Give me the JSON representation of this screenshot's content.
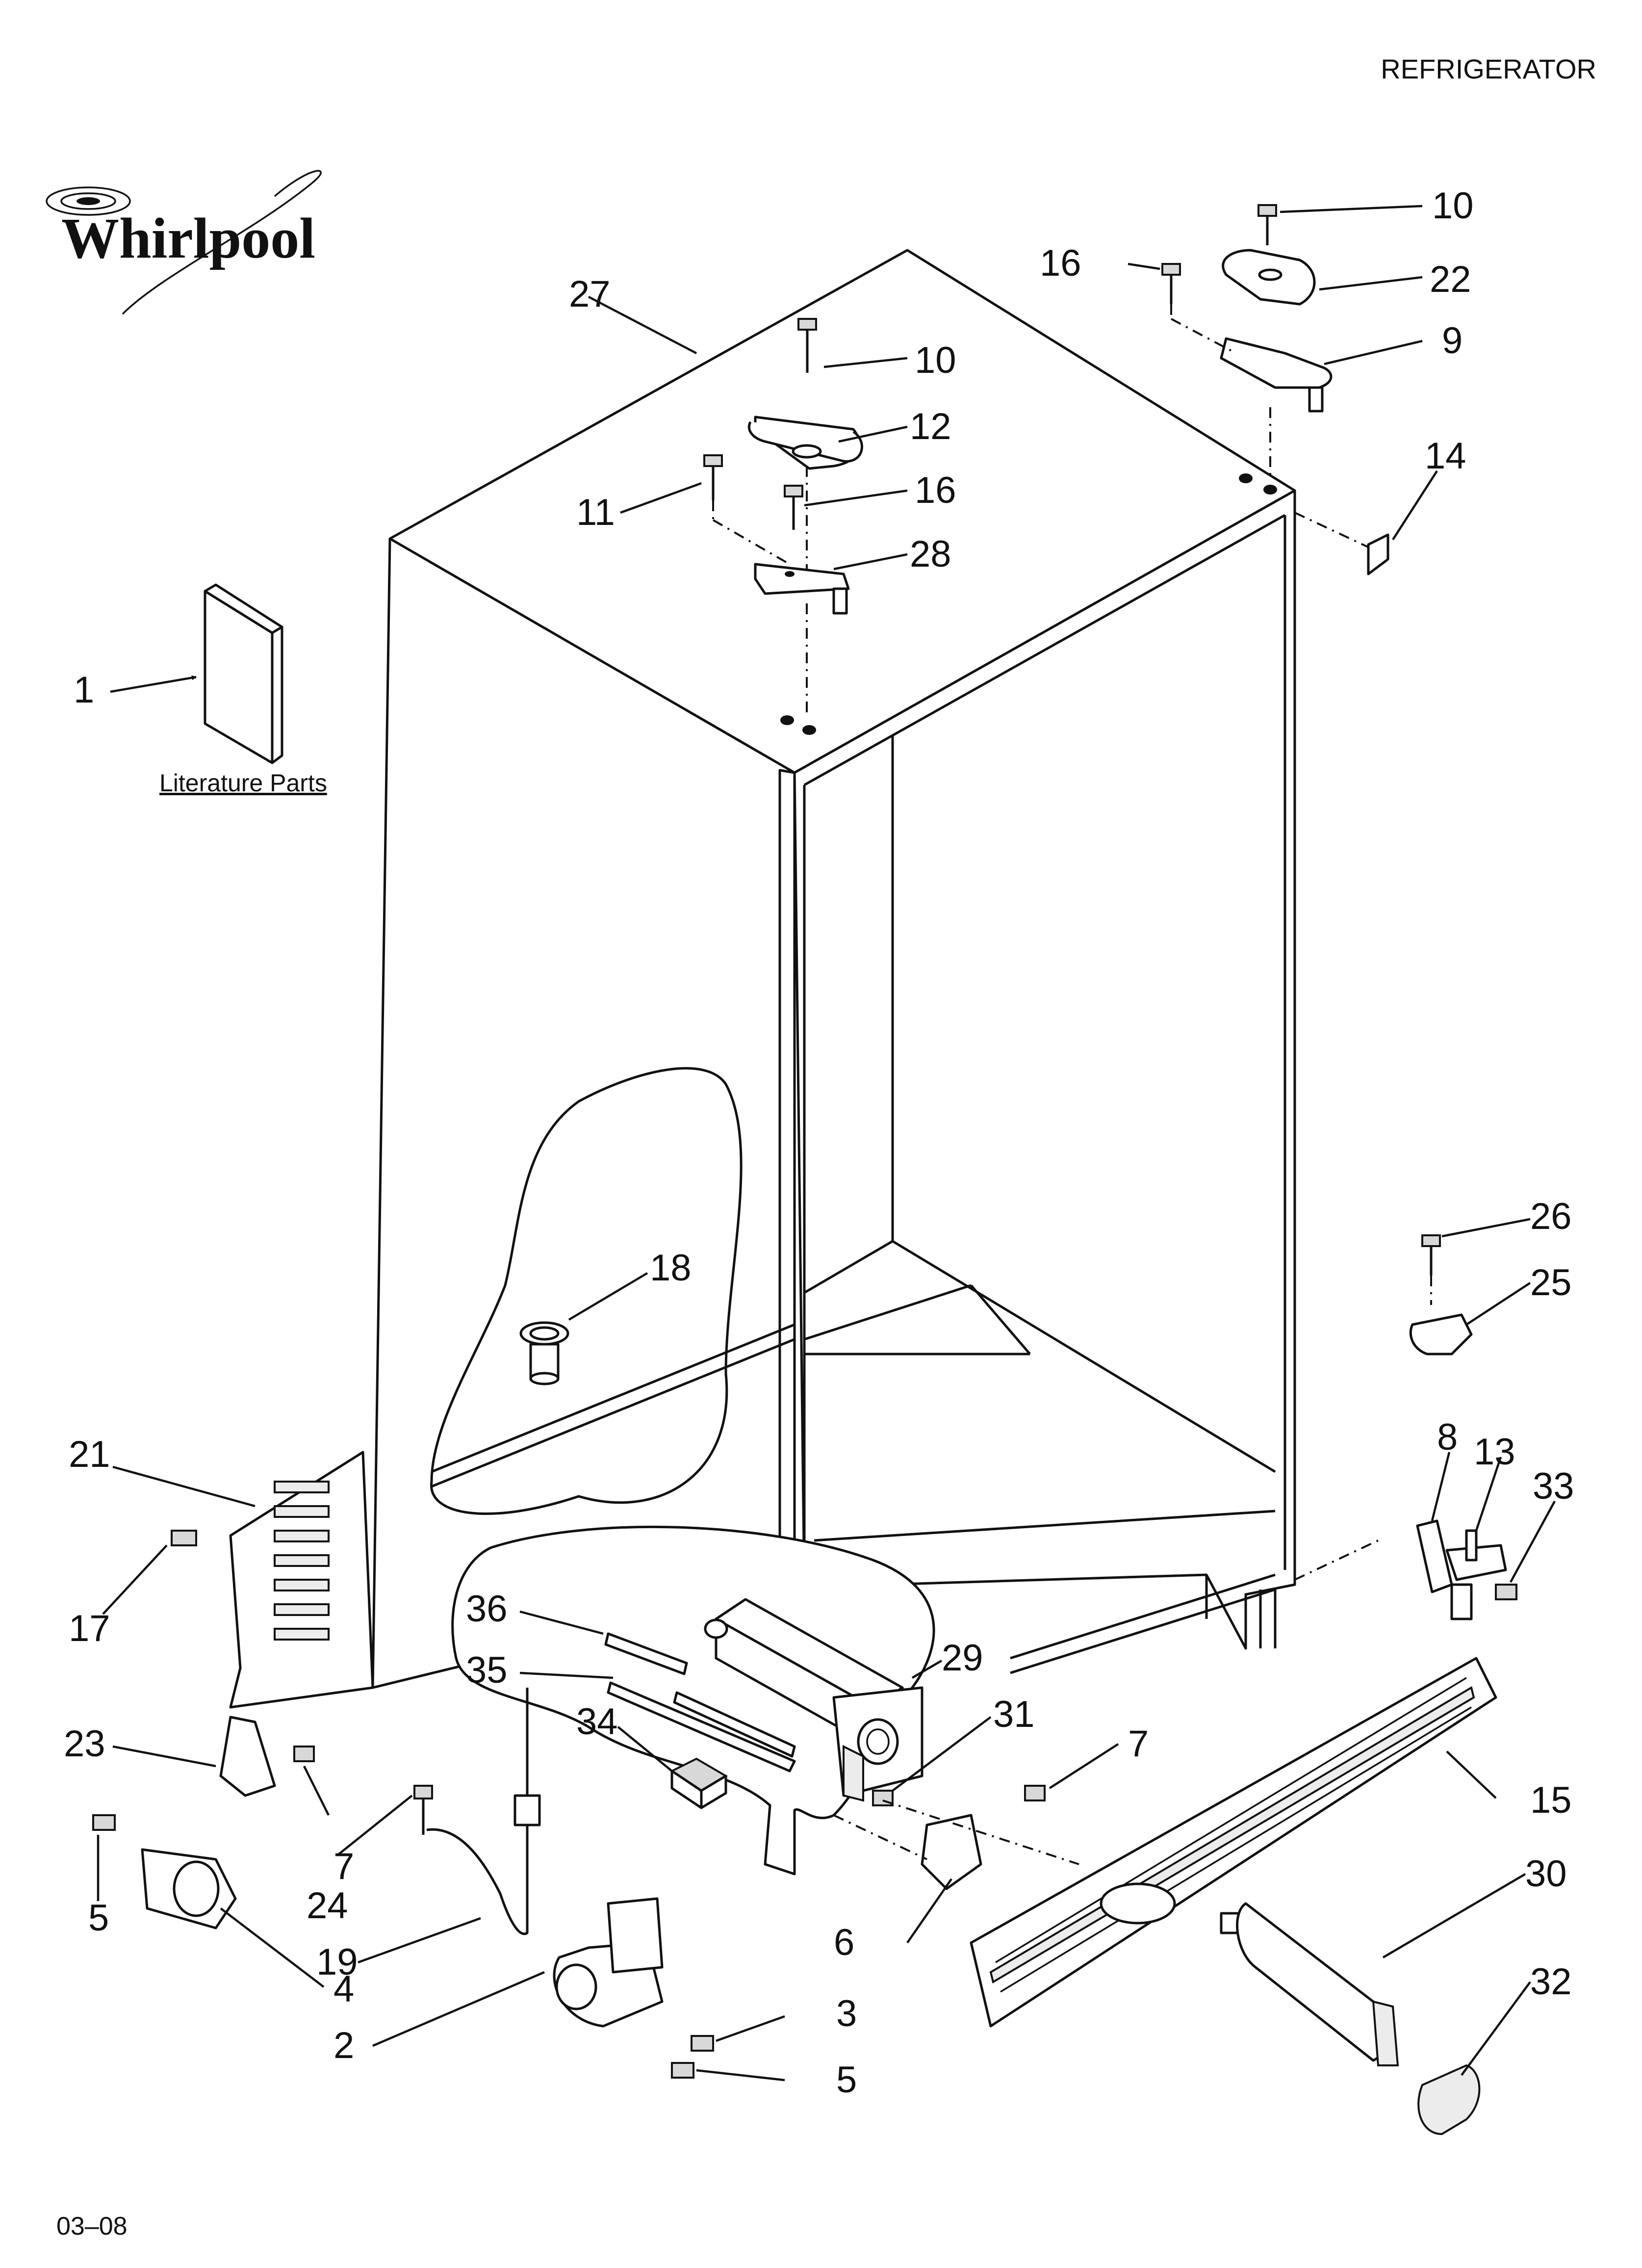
{
  "header": {
    "category": "REFRIGERATOR"
  },
  "brand": {
    "logo_text": "Whirlpool"
  },
  "literature": {
    "label": "Literature Parts"
  },
  "footer": {
    "code": "03–08"
  },
  "callouts": [
    {
      "id": "c1",
      "text": "1"
    },
    {
      "id": "c2",
      "text": "2"
    },
    {
      "id": "c3",
      "text": "3"
    },
    {
      "id": "c4",
      "text": "4"
    },
    {
      "id": "c5a",
      "text": "5"
    },
    {
      "id": "c5b",
      "text": "5"
    },
    {
      "id": "c6",
      "text": "6"
    },
    {
      "id": "c7a",
      "text": "7"
    },
    {
      "id": "c7b",
      "text": "7"
    },
    {
      "id": "c8",
      "text": "8"
    },
    {
      "id": "c9",
      "text": "9"
    },
    {
      "id": "c10a",
      "text": "10"
    },
    {
      "id": "c10b",
      "text": "10"
    },
    {
      "id": "c11",
      "text": "11"
    },
    {
      "id": "c12",
      "text": "12"
    },
    {
      "id": "c13",
      "text": "13"
    },
    {
      "id": "c14",
      "text": "14"
    },
    {
      "id": "c15",
      "text": "15"
    },
    {
      "id": "c16a",
      "text": "16"
    },
    {
      "id": "c16b",
      "text": "16"
    },
    {
      "id": "c17",
      "text": "17"
    },
    {
      "id": "c18",
      "text": "18"
    },
    {
      "id": "c19",
      "text": "19"
    },
    {
      "id": "c21",
      "text": "21"
    },
    {
      "id": "c22",
      "text": "22"
    },
    {
      "id": "c23",
      "text": "23"
    },
    {
      "id": "c24",
      "text": "24"
    },
    {
      "id": "c25",
      "text": "25"
    },
    {
      "id": "c26",
      "text": "26"
    },
    {
      "id": "c27",
      "text": "27"
    },
    {
      "id": "c28",
      "text": "28"
    },
    {
      "id": "c29",
      "text": "29"
    },
    {
      "id": "c30",
      "text": "30"
    },
    {
      "id": "c31",
      "text": "31"
    },
    {
      "id": "c32",
      "text": "32"
    },
    {
      "id": "c33",
      "text": "33"
    },
    {
      "id": "c34",
      "text": "34"
    },
    {
      "id": "c35",
      "text": "35"
    },
    {
      "id": "c36",
      "text": "36"
    }
  ]
}
